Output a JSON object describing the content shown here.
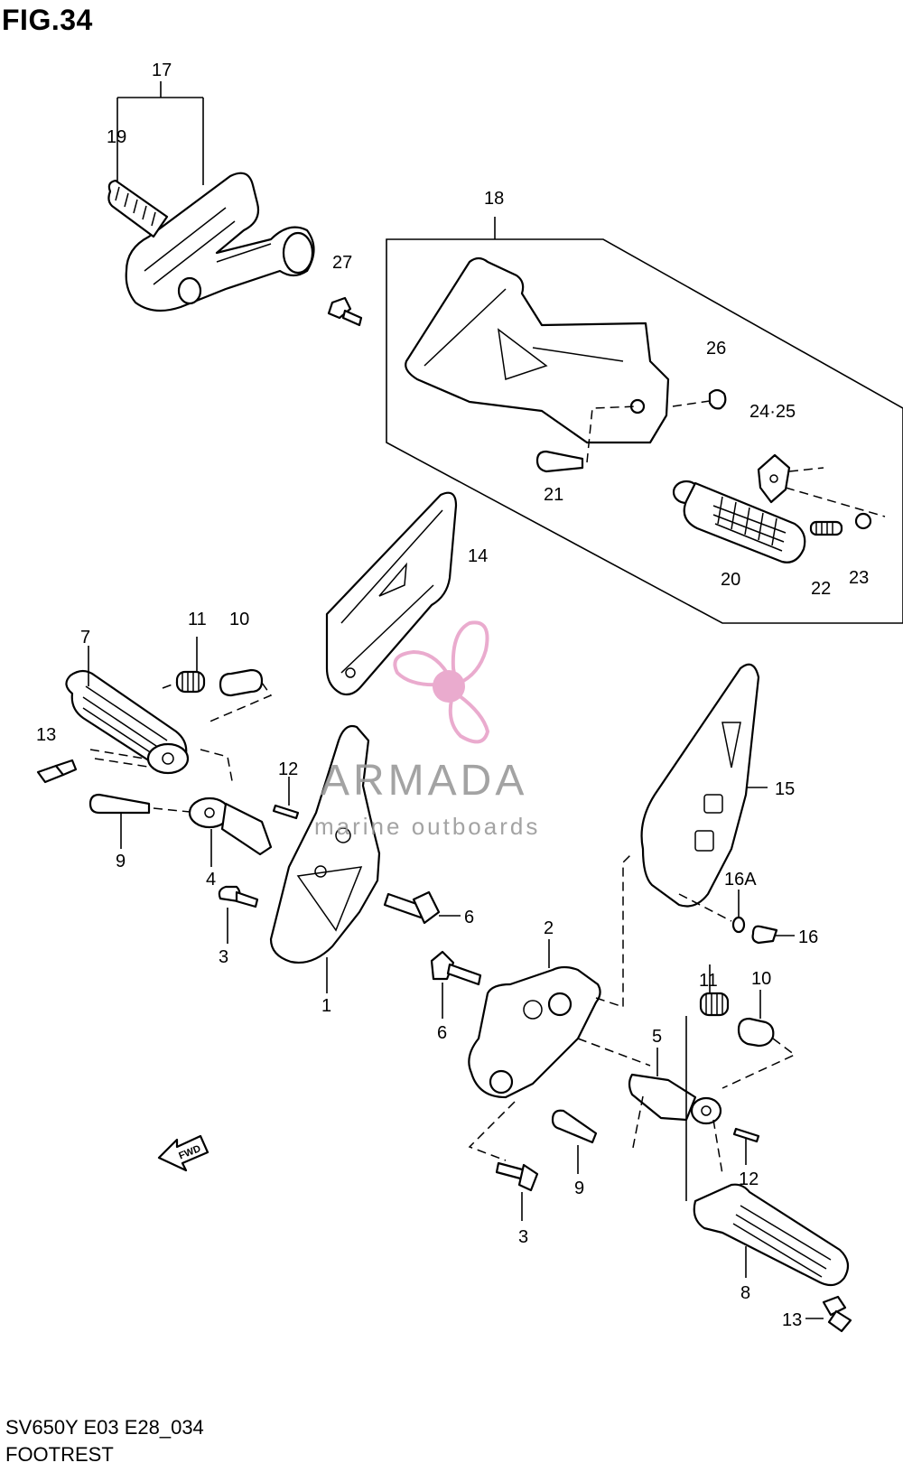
{
  "title": "FIG.34",
  "model_code": "SV650Y E03 E28_034",
  "section_name": "FOOTREST",
  "watermark": {
    "brand": "ARMADA",
    "tagline": "marine outboards",
    "color": "#e8a3c9"
  },
  "fwd_label": "FWD",
  "callouts": {
    "c17": "17",
    "c19": "19",
    "c27": "27",
    "c18": "18",
    "c26": "26",
    "c24_25": "24·25",
    "c21": "21",
    "c20": "20",
    "c22": "22",
    "c23": "23",
    "c14": "14",
    "c11a": "11",
    "c10a": "10",
    "c7": "7",
    "c13a": "13",
    "c12a": "12",
    "c9a": "9",
    "c4": "4",
    "c3a": "3",
    "c1": "1",
    "c6a": "6",
    "c15": "15",
    "c16a": "16A",
    "c16": "16",
    "c2": "2",
    "c6b": "6",
    "c11b": "11",
    "c10b": "10",
    "c5": "5",
    "c12b": "12",
    "c9b": "9",
    "c3b": "3",
    "c8": "8",
    "c13b": "13"
  }
}
